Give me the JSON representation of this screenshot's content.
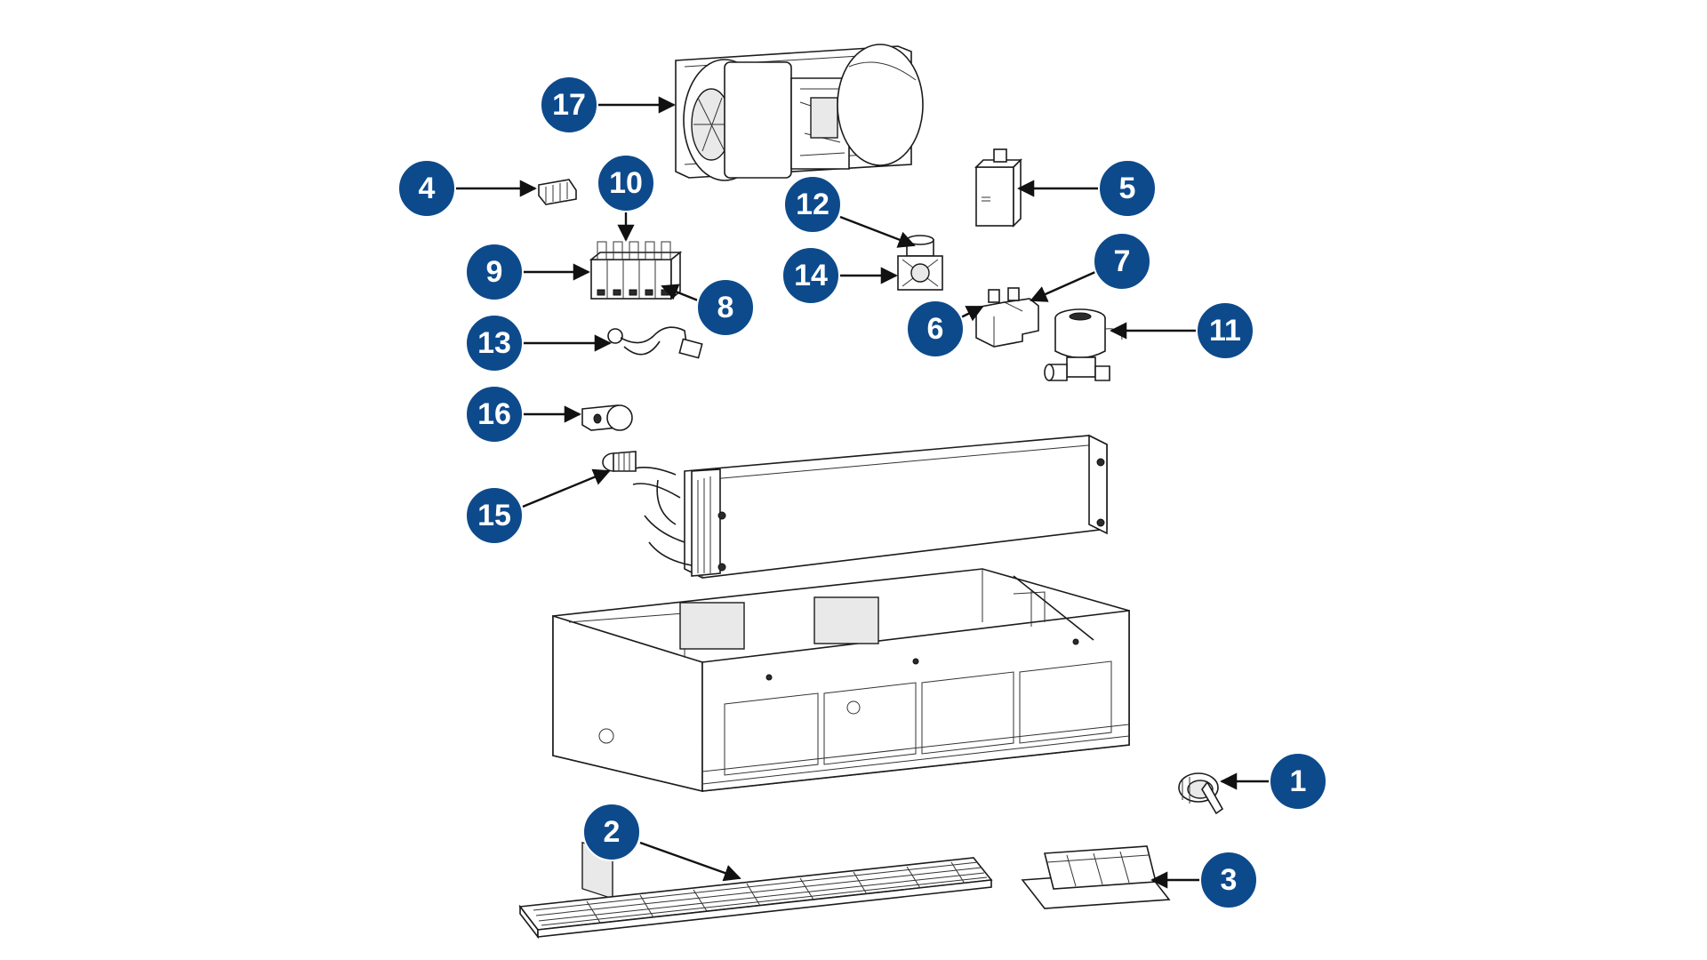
{
  "colors": {
    "badge": "#0d4a8c",
    "badge_text": "#ffffff",
    "line": "#1b1b1b",
    "background": "#ffffff"
  },
  "callouts": [
    {
      "id": "1",
      "label": "1"
    },
    {
      "id": "2",
      "label": "2"
    },
    {
      "id": "3",
      "label": "3"
    },
    {
      "id": "4",
      "label": "4"
    },
    {
      "id": "5",
      "label": "5"
    },
    {
      "id": "6",
      "label": "6"
    },
    {
      "id": "7",
      "label": "7"
    },
    {
      "id": "8",
      "label": "8"
    },
    {
      "id": "9",
      "label": "9"
    },
    {
      "id": "10",
      "label": "10"
    },
    {
      "id": "11",
      "label": "11"
    },
    {
      "id": "12",
      "label": "12"
    },
    {
      "id": "13",
      "label": "13"
    },
    {
      "id": "14",
      "label": "14"
    },
    {
      "id": "15",
      "label": "15"
    },
    {
      "id": "16",
      "label": "16"
    },
    {
      "id": "17",
      "label": "17"
    }
  ],
  "parts": [
    {
      "callout": "17",
      "name": "blower-assembly"
    },
    {
      "callout": "4",
      "name": "connector"
    },
    {
      "callout": "10",
      "name": "relay-block-top"
    },
    {
      "callout": "9",
      "name": "relay-block"
    },
    {
      "callout": "8",
      "name": "relay-terminal"
    },
    {
      "callout": "12",
      "name": "switch-cap"
    },
    {
      "callout": "14",
      "name": "switch-body"
    },
    {
      "callout": "5",
      "name": "resistor"
    },
    {
      "callout": "7",
      "name": "relay-bracket"
    },
    {
      "callout": "6",
      "name": "relay-pair"
    },
    {
      "callout": "11",
      "name": "solenoid-valve"
    },
    {
      "callout": "13",
      "name": "thermostat-probe"
    },
    {
      "callout": "16",
      "name": "expansion-valve"
    },
    {
      "callout": "15",
      "name": "fitting"
    },
    {
      "callout": "1",
      "name": "rotary-knob"
    },
    {
      "callout": "2",
      "name": "filter-grille"
    },
    {
      "callout": "3",
      "name": "vent-louver"
    }
  ]
}
